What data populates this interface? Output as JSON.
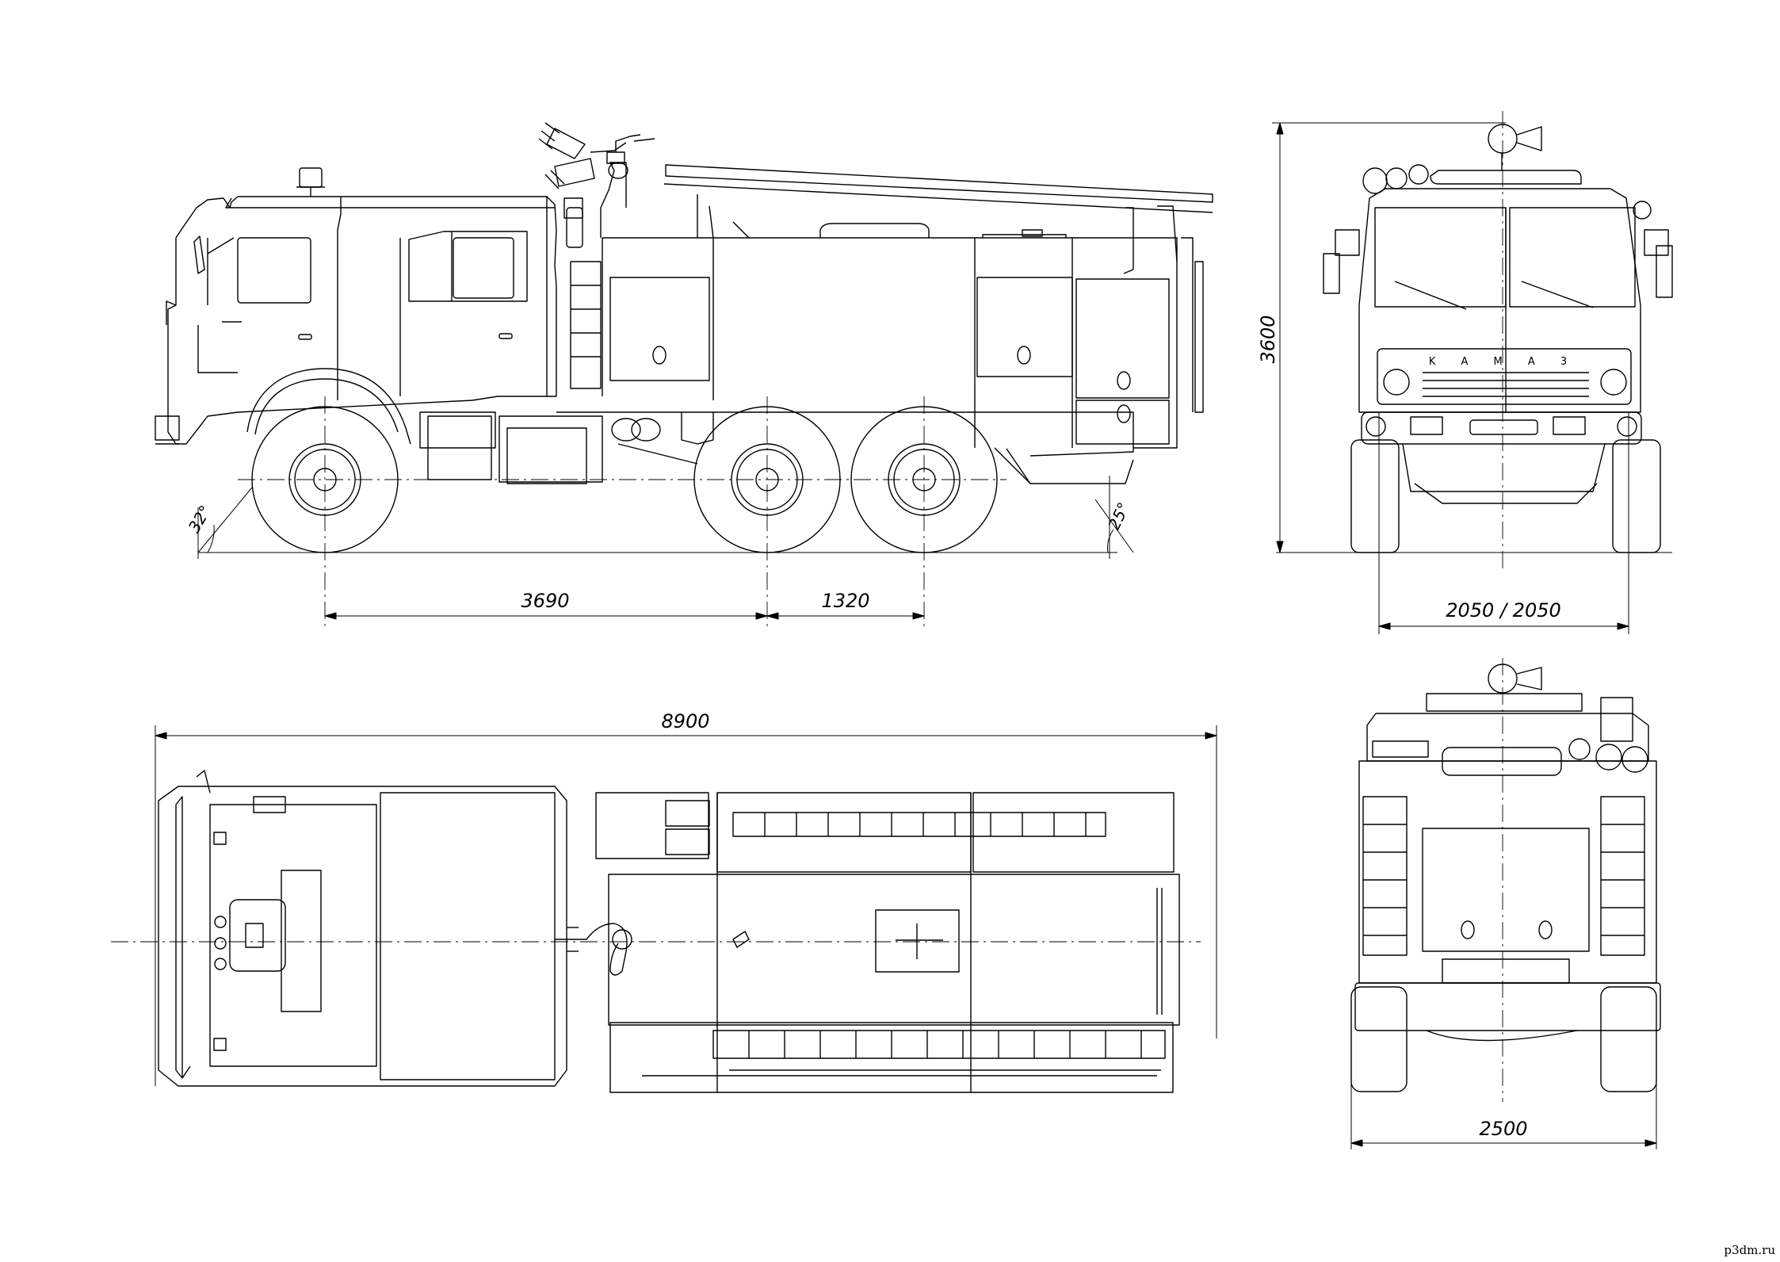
{
  "drawing": {
    "line_color": "#000000",
    "background": "#ffffff",
    "subject": "fire-truck-blueprint",
    "views": [
      "side",
      "front",
      "top",
      "rear"
    ]
  },
  "dimensions": {
    "wheelbase_front": "3690",
    "wheelbase_rear": "1320",
    "overall_length": "8900",
    "height": "3600",
    "track": "2050 / 2050",
    "overall_width": "2500",
    "approach_angle": "32°",
    "departure_angle": "25°"
  },
  "grille_badge": "K A M A 3",
  "watermark": "p3dm.ru"
}
